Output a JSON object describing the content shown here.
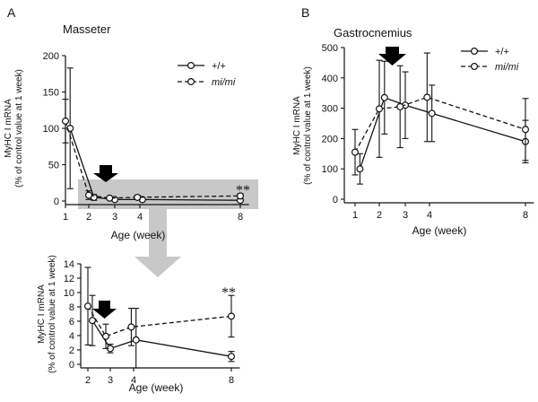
{
  "chart_data": [
    {
      "id": "masseter-top",
      "panel_label": "A",
      "type": "line",
      "title": "Masseter",
      "xlabel": "Age (week)",
      "ylabel_lines": [
        "MyHC I mRNA",
        "(% of control value at 1 week)"
      ],
      "ylim": [
        0,
        200
      ],
      "yticks": [
        0,
        50,
        100,
        150,
        200
      ],
      "xlim": [
        0.6,
        8.2
      ],
      "xticks": [
        1,
        2,
        3,
        4,
        8
      ],
      "legend": {
        "placement": "top-right",
        "entries": [
          {
            "label": "+/+",
            "style": "solid"
          },
          {
            "label": "mi/mi",
            "style": "dashed"
          }
        ]
      },
      "annotation": "**",
      "series": [
        {
          "name": "+/+",
          "style": "solid",
          "points": [
            {
              "x": 1.2,
              "y": 100,
              "lo": 17,
              "hi": 183
            },
            {
              "x": 2.2,
              "y": 5,
              "lo": 1,
              "hi": 9
            },
            {
              "x": 3,
              "y": 2,
              "lo": 0,
              "hi": 4
            },
            {
              "x": 4.1,
              "y": 2,
              "lo": 0,
              "hi": 4
            },
            {
              "x": 8,
              "y": 1,
              "lo": 0,
              "hi": 3
            }
          ]
        },
        {
          "name": "mi/mi",
          "style": "dashed",
          "points": [
            {
              "x": 1,
              "y": 110,
              "lo": 80,
              "hi": 140
            },
            {
              "x": 2,
              "y": 8,
              "lo": 2,
              "hi": 14
            },
            {
              "x": 2.8,
              "y": 4,
              "lo": 2,
              "hi": 6
            },
            {
              "x": 3.9,
              "y": 5,
              "lo": 2,
              "hi": 8
            },
            {
              "x": 8,
              "y": 7,
              "lo": 3,
              "hi": 10
            }
          ]
        }
      ]
    },
    {
      "id": "masseter-zoom",
      "type": "line",
      "title": "",
      "xlabel": "Age (week)",
      "ylabel_lines": [
        "MyHC I mRNA",
        "(% of control value at 1 week)"
      ],
      "ylim": [
        0,
        14
      ],
      "yticks": [
        0,
        2,
        4,
        6,
        8,
        10,
        12,
        14
      ],
      "xlim": [
        1.75,
        8.2
      ],
      "xticks": [
        2,
        3,
        4,
        8
      ],
      "annotation": "**",
      "series": [
        {
          "name": "+/+",
          "style": "solid",
          "points": [
            {
              "x": 2.2,
              "y": 6.1,
              "lo": 2.6,
              "hi": 9.6
            },
            {
              "x": 3,
              "y": 2.2,
              "lo": 1.6,
              "hi": 2.8
            },
            {
              "x": 4.1,
              "y": 3.4,
              "lo": -1,
              "hi": 7.8
            },
            {
              "x": 8,
              "y": 1.1,
              "lo": 0.4,
              "hi": 1.8
            }
          ]
        },
        {
          "name": "mi/mi",
          "style": "dashed",
          "points": [
            {
              "x": 2,
              "y": 8.1,
              "lo": 2.7,
              "hi": 13.5
            },
            {
              "x": 2.8,
              "y": 3.9,
              "lo": 2.2,
              "hi": 5.6
            },
            {
              "x": 3.9,
              "y": 5.2,
              "lo": 2.6,
              "hi": 7.8
            },
            {
              "x": 8,
              "y": 6.7,
              "lo": 3.8,
              "hi": 9.6
            }
          ]
        }
      ]
    },
    {
      "id": "gastrocnemius",
      "panel_label": "B",
      "type": "line",
      "title": "Gastrocnemius",
      "xlabel": "Age (week)",
      "ylabel_lines": [
        "MyHC I mRNA",
        "(% of control value at 1 week)"
      ],
      "ylim": [
        0,
        500
      ],
      "yticks": [
        0,
        100,
        200,
        300,
        400,
        500
      ],
      "xlim": [
        0.6,
        8.2
      ],
      "xticks": [
        1,
        2,
        3,
        4,
        8
      ],
      "legend": {
        "placement": "top-right",
        "entries": [
          {
            "label": "+/+",
            "style": "solid"
          },
          {
            "label": "mi/mi",
            "style": "dashed"
          }
        ]
      },
      "series": [
        {
          "name": "+/+",
          "style": "solid",
          "points": [
            {
              "x": 1.2,
              "y": 100,
              "lo": 50,
              "hi": 150
            },
            {
              "x": 2.2,
              "y": 335,
              "lo": 215,
              "hi": 455
            },
            {
              "x": 3,
              "y": 310,
              "lo": 200,
              "hi": 420
            },
            {
              "x": 4.1,
              "y": 283,
              "lo": 190,
              "hi": 376
            },
            {
              "x": 8,
              "y": 190,
              "lo": 120,
              "hi": 260
            }
          ]
        },
        {
          "name": "mi/mi",
          "style": "dashed",
          "points": [
            {
              "x": 1,
              "y": 155,
              "lo": 80,
              "hi": 230
            },
            {
              "x": 2,
              "y": 298,
              "lo": 138,
              "hi": 458
            },
            {
              "x": 2.8,
              "y": 305,
              "lo": 170,
              "hi": 440
            },
            {
              "x": 3.9,
              "y": 336,
              "lo": 190,
              "hi": 482
            },
            {
              "x": 8,
              "y": 230,
              "lo": 128,
              "hi": 332
            }
          ]
        }
      ]
    }
  ],
  "colors": {
    "ink": "#111111",
    "highlight": "#c8c8c8",
    "arrow": "#000000"
  }
}
